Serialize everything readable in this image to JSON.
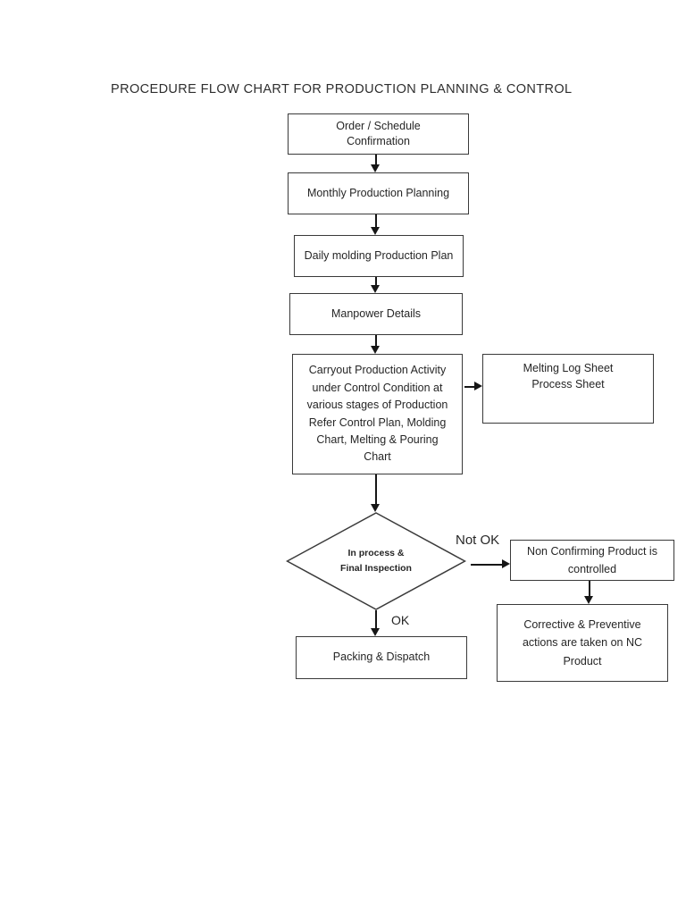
{
  "title": "PROCEDURE FLOW CHART FOR PRODUCTION PLANNING & CONTROL",
  "flowchart": {
    "nodes": {
      "order_schedule": {
        "text": "Order / Schedule\nConfirmation"
      },
      "monthly_planning": {
        "text": "Monthly Production Planning"
      },
      "daily_molding": {
        "text": "Daily molding Production Plan"
      },
      "manpower": {
        "text": "Manpower Details"
      },
      "carryout": {
        "text": "Carryout Production Activity\nunder Control Condition at\nvarious stages of Production\nRefer Control Plan, Molding\nChart, Melting & Pouring\nChart"
      },
      "melting_log": {
        "text": "Melting Log Sheet\nProcess Sheet"
      },
      "inspection": {
        "text": "In process &\nFinal Inspection"
      },
      "non_confirming": {
        "text": "Non Confirming Product is\ncontrolled"
      },
      "corrective": {
        "text": "Corrective & Preventive\nactions are taken on NC\nProduct"
      },
      "packing": {
        "text": "Packing & Dispatch"
      }
    },
    "labels": {
      "not_ok": "Not OK",
      "ok": "OK"
    },
    "colors": {
      "page_background": "#ffffff",
      "box_border": "#3a3a3a",
      "text": "#262626",
      "arrow": "#161616"
    }
  }
}
